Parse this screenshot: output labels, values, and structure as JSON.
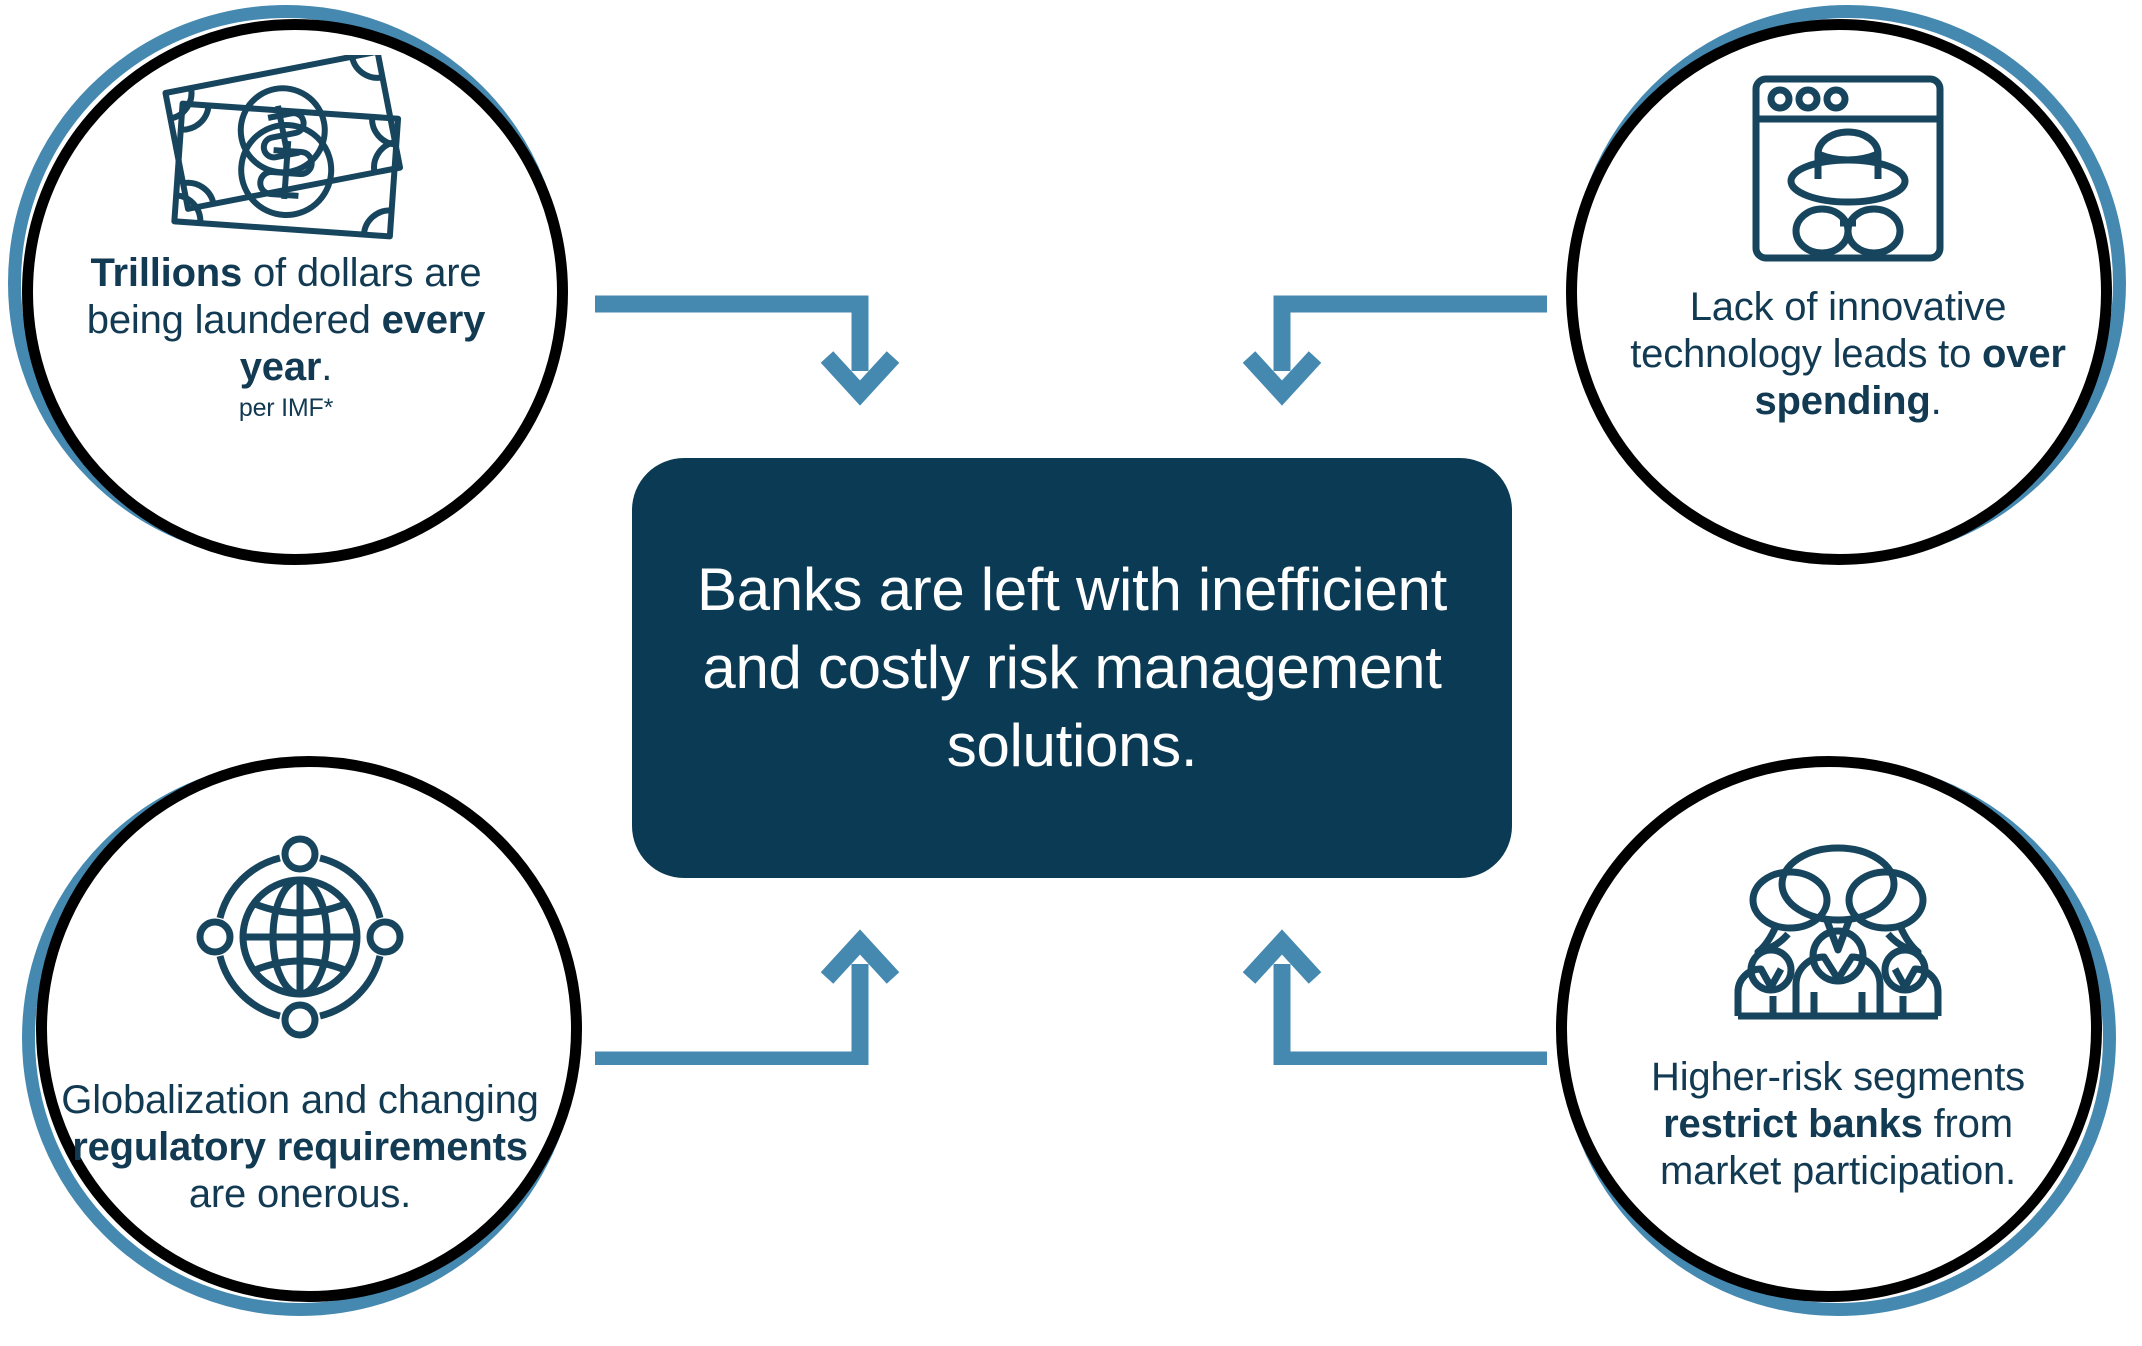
{
  "diagram": {
    "title": "Banks are left with inefficient and costly risk management solutions.",
    "accent_color": "#4589B1",
    "dark_color": "#0B3A54",
    "text_color": "#123A52"
  },
  "center": {
    "text": "Banks are left with inefficient and costly risk management solutions."
  },
  "nodes": [
    {
      "id": "top-left",
      "icon": "banknotes-icon",
      "text_parts": [
        {
          "text": "Trillions",
          "bold": true
        },
        {
          "text": " of dollars are being laundered ",
          "bold": false
        },
        {
          "text": "every year",
          "bold": true
        },
        {
          "text": ".",
          "bold": false
        }
      ],
      "plain_text": "Trillions of dollars are being laundered every year.",
      "footnote": "per IMF*"
    },
    {
      "id": "top-right",
      "icon": "incognito-browser-icon",
      "text_parts": [
        {
          "text": "Lack of innovative technology leads to ",
          "bold": false
        },
        {
          "text": "over spending",
          "bold": true
        },
        {
          "text": ".",
          "bold": false
        }
      ],
      "plain_text": "Lack of innovative technology leads to over spending.",
      "footnote": ""
    },
    {
      "id": "bottom-left",
      "icon": "globe-network-icon",
      "text_parts": [
        {
          "text": "Globalization and changing ",
          "bold": false
        },
        {
          "text": "regulatory requirements",
          "bold": true
        },
        {
          "text": " are onerous.",
          "bold": false
        }
      ],
      "plain_text": "Globalization and changing regulatory requirements are onerous.",
      "footnote": ""
    },
    {
      "id": "bottom-right",
      "icon": "people-speech-bubbles-icon",
      "text_parts": [
        {
          "text": "Higher-risk segments ",
          "bold": false
        },
        {
          "text": "restrict banks",
          "bold": true
        },
        {
          "text": " from market participation.",
          "bold": false
        }
      ],
      "plain_text": "Higher-risk segments restrict banks from market participation.",
      "footnote": ""
    }
  ],
  "arrows": [
    {
      "id": "arrow-top-left-to-center",
      "direction": "down",
      "from": "top-left",
      "to": "center"
    },
    {
      "id": "arrow-top-right-to-center",
      "direction": "down",
      "from": "top-right",
      "to": "center"
    },
    {
      "id": "arrow-bottom-left-to-center",
      "direction": "up",
      "from": "bottom-left",
      "to": "center"
    },
    {
      "id": "arrow-bottom-right-to-center",
      "direction": "up",
      "from": "bottom-right",
      "to": "center"
    }
  ]
}
